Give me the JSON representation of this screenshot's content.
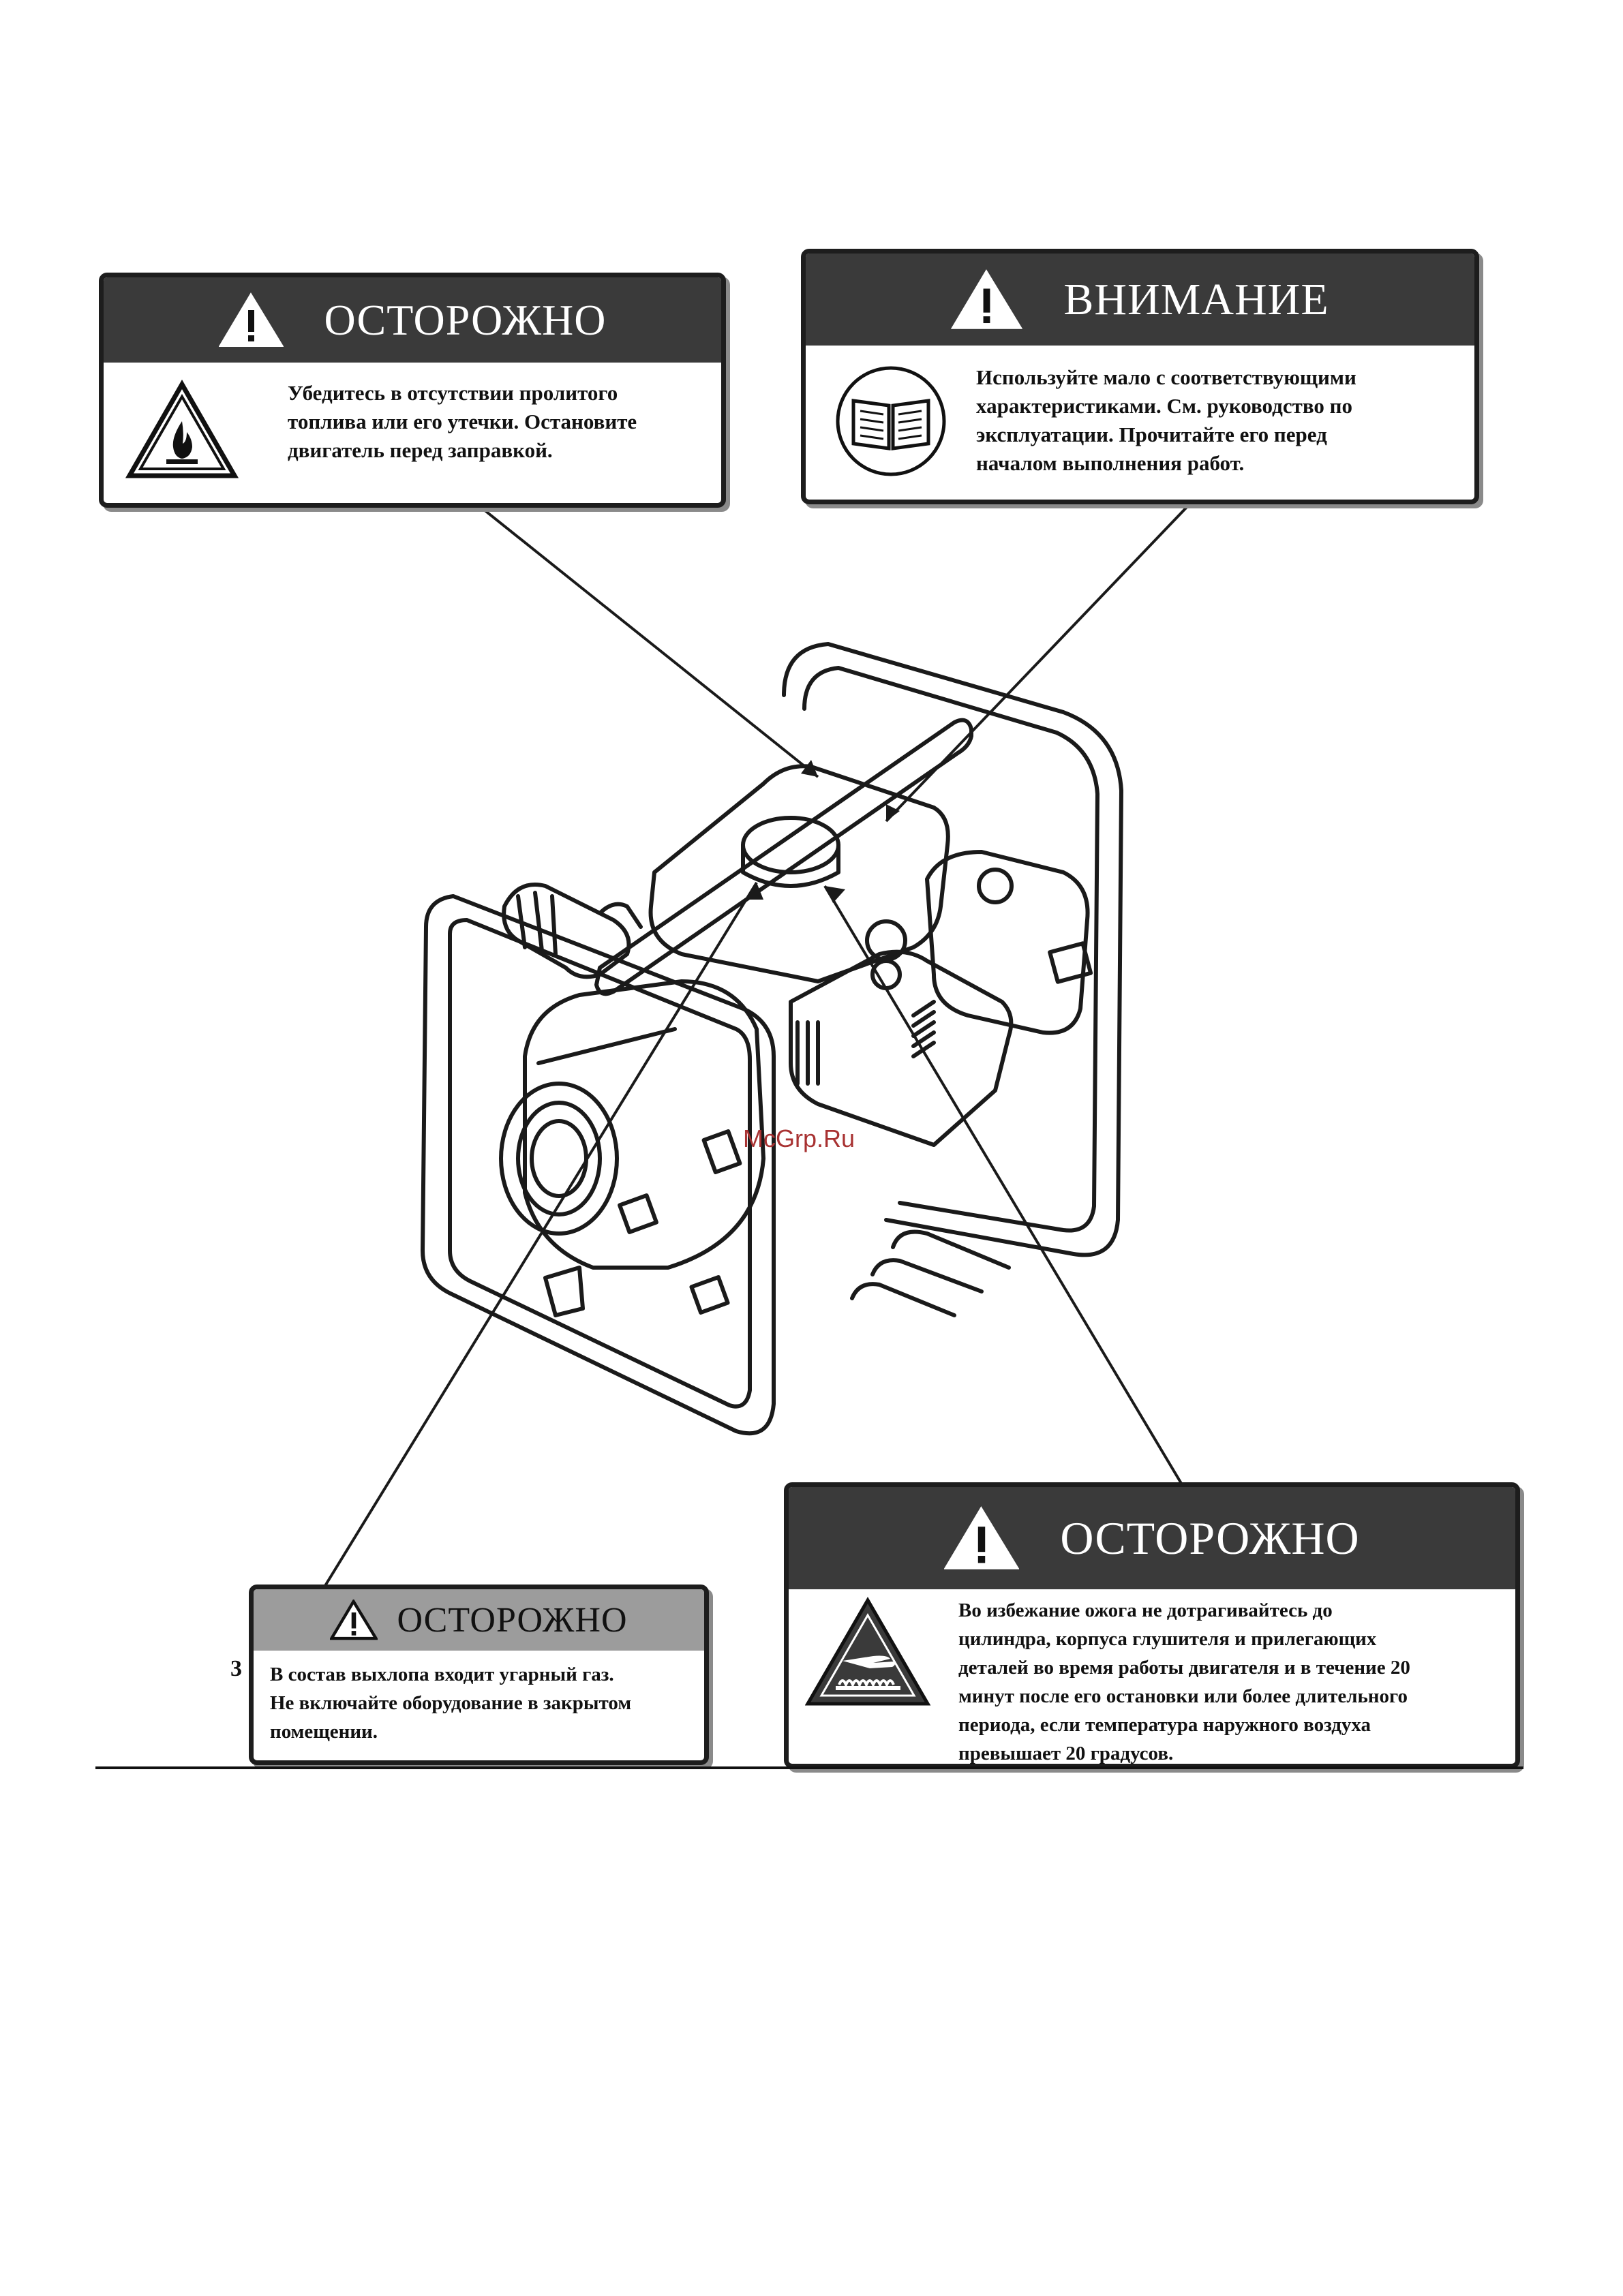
{
  "labels": {
    "fuel": {
      "title": "ОСТОРОЖНО",
      "text": "Убедитесь в отсутствии пролитого\nтоплива или его утечки. Остановите\nдвигатель перед заправкой.",
      "icon": "flammable-icon"
    },
    "oil": {
      "title": "ВНИМАНИЕ",
      "text": "Используйте мало с соответствующими\nхарактеристиками. См. руководство по\nэксплуатации. Прочитайте его перед\nначалом выполнения работ.",
      "icon": "read-manual-icon"
    },
    "co": {
      "title": "ОСТОРОЖНО",
      "text": "В состав выхлопа входит угарный газ.\nНе включайте оборудование в закрытом\nпомещении.",
      "icon": "warning-triangle-icon"
    },
    "burn": {
      "title": "ОСТОРОЖНО",
      "text": "Во избежание ожога не дотрагивайтесь до\nцилиндра, корпуса глушителя и прилегающих\nдеталей во время работы двигателя и в течение 20\nминут после его остановки или более длительного\nпериода, если температура наружного воздуха\nпревышает 20 градусов.",
      "icon": "hot-surface-icon"
    }
  },
  "page_number": "3",
  "watermark": "McGrp.Ru",
  "colors": {
    "header_dark": "#3a3a3a",
    "header_light": "#9c9c9c",
    "watermark": "#a83232"
  }
}
